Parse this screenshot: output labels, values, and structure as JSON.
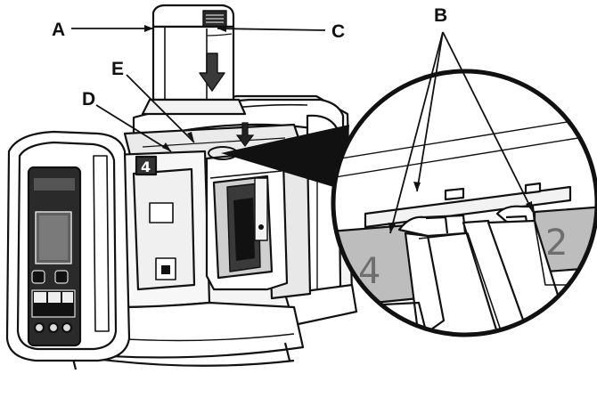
{
  "callouts": {
    "a": "A",
    "b": "B",
    "c": "C",
    "d": "D",
    "e": "E"
  },
  "slot_numbers": {
    "left_slot": "4",
    "right_slot": "2",
    "body_slot": "4"
  }
}
